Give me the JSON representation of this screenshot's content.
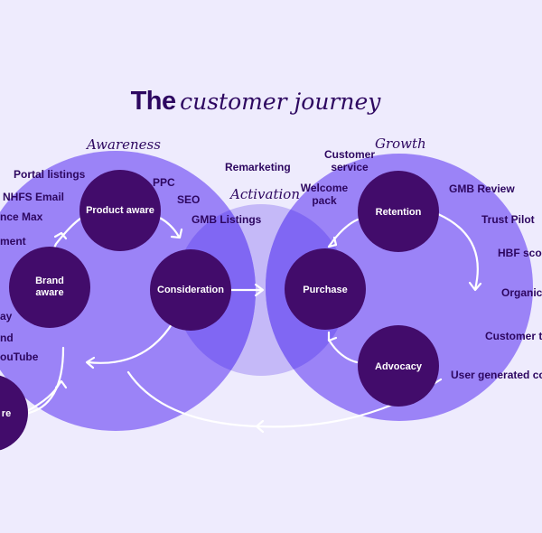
{
  "title": {
    "bold": "The",
    "italic": "customer journey"
  },
  "stages": {
    "awareness": "Awareness",
    "activation": "Activation",
    "growth": "Growth"
  },
  "nodes": {
    "product_aware": "Product aware",
    "brand_aware": "Brand aware",
    "consideration": "Consideration",
    "purchase": "Purchase",
    "retention": "Retention",
    "advocacy": "Advocacy",
    "partial_left": "re"
  },
  "labels": {
    "portal_listings": "Portal listings",
    "nhfs_email": "NHFS Email",
    "performance_max": "nce Max",
    "ment": "ment",
    "ay": "ay",
    "nd": "nd",
    "youtube": "ouTube",
    "ppc": "PPC",
    "seo": "SEO",
    "gmb_listings": "GMB Listings",
    "remarketing": "Remarketing",
    "customer_service": "Customer service",
    "welcome_pack": "Welcome pack",
    "gmb_review": "GMB Review",
    "trust_pilot": "Trust Pilot",
    "hbf_score": "HBF scor",
    "organic": "Organic",
    "customer_t": "Customer t",
    "user_generated": "User generated co"
  },
  "colors": {
    "background": "#eeebfd",
    "dark_purple": "#2d0760",
    "node_purple": "#420c6b",
    "circle_purple": "#9b83f7",
    "overlap_purple": "#7d65f2",
    "center_circle": "#c5b9f8"
  }
}
